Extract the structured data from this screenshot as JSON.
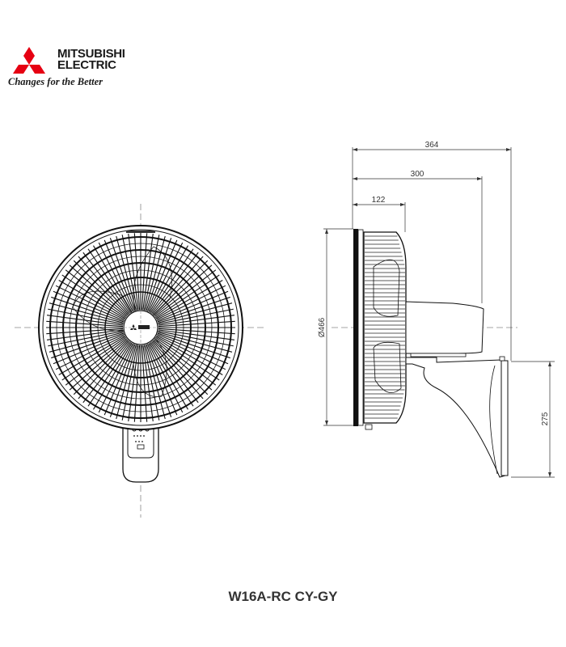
{
  "brand": {
    "name_line1": "MITSUBISHI",
    "name_line2": "ELECTRIC",
    "tagline": "Changes for the Better",
    "logo_color": "#e60012"
  },
  "drawing": {
    "front_view": {
      "label": "front-view",
      "hub_logo": "mitsubishi-mark"
    },
    "side_view": {
      "dimensions": {
        "overall_depth": "364",
        "depth_to_motor": "300",
        "guard_depth": "122",
        "guard_diameter": "Ø466",
        "bracket_height": "275"
      }
    }
  },
  "model": "W16A-RC CY-GY"
}
